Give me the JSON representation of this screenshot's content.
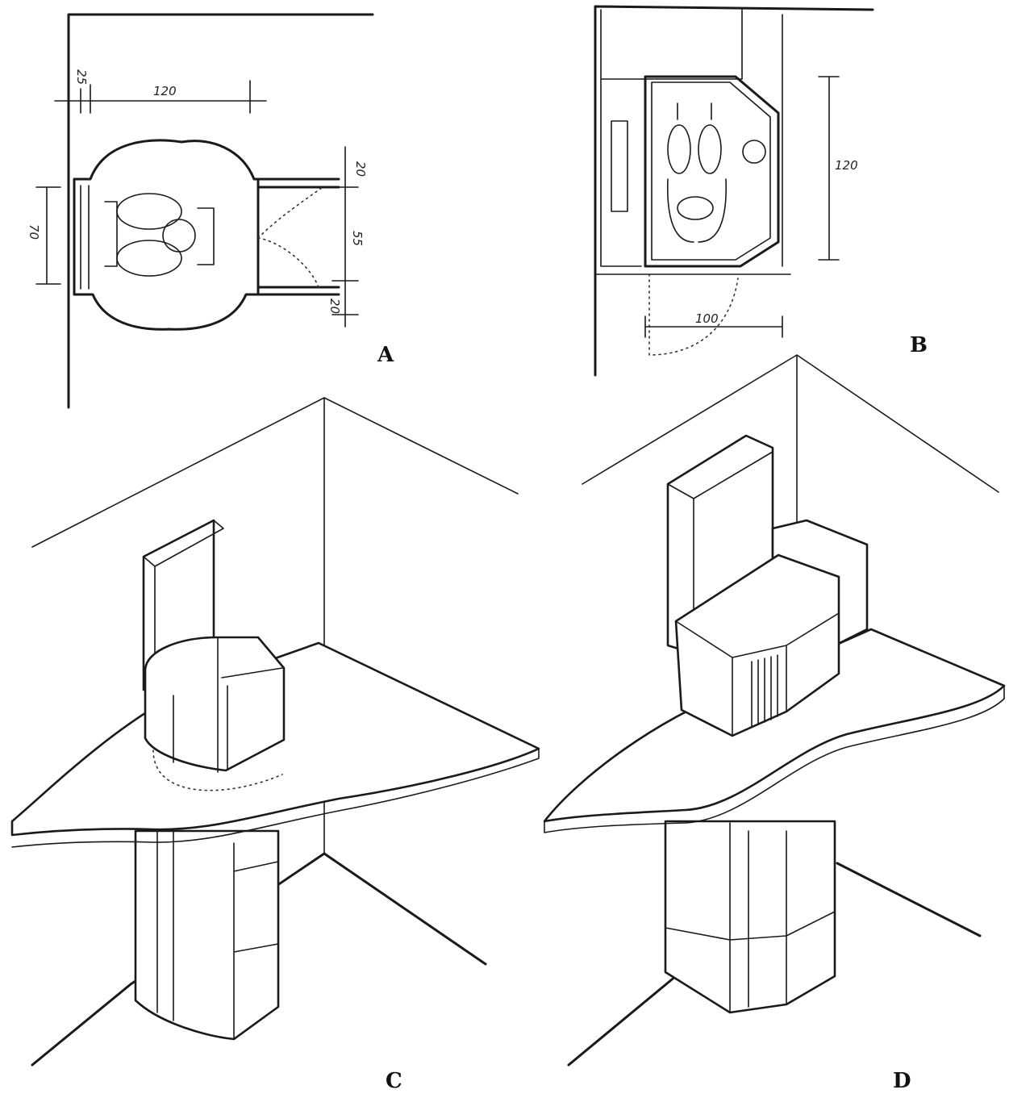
{
  "panels": [
    {
      "label": "A",
      "dims": [
        "25",
        "120",
        "70",
        "20",
        "55",
        "20"
      ]
    },
    {
      "label": "B",
      "dims": [
        "120",
        "100"
      ]
    },
    {
      "label": "C"
    },
    {
      "label": "D"
    }
  ]
}
